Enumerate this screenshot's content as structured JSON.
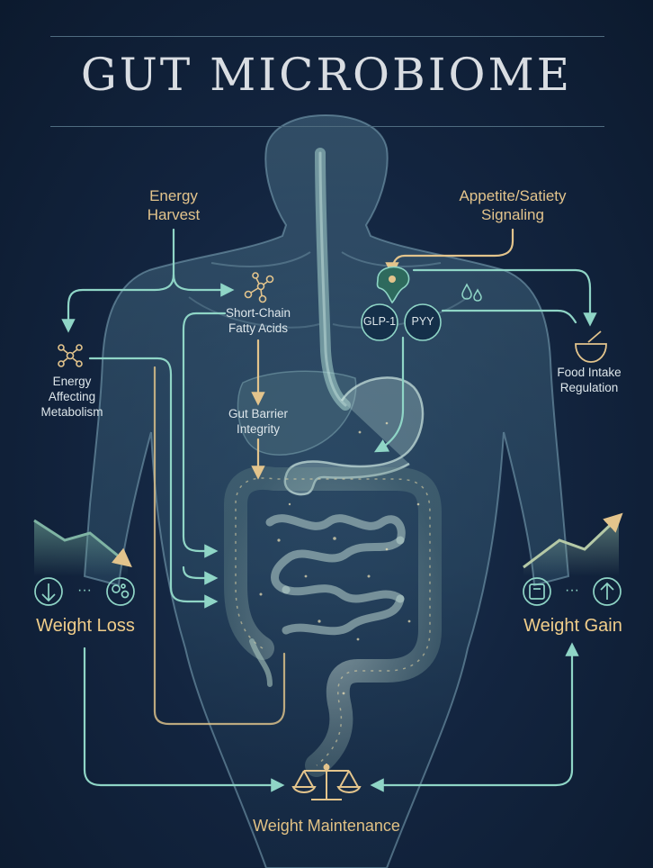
{
  "title": "GUT MICROBIOME",
  "labels": {
    "energy_harvest": [
      "Energy",
      "Harvest"
    ],
    "appetite": [
      "Appetite/Satiety",
      "Signaling"
    ],
    "scfa": [
      "Short-Chain",
      "Fatty Acids"
    ],
    "energy_metabolism": [
      "Energy",
      "Affecting",
      "Metabolism"
    ],
    "glp1": "GLP-1",
    "pyy": "PYY",
    "food_intake": [
      "Food Intake",
      "Regulation"
    ],
    "gut_barrier": [
      "Gut Barrier",
      "Integrity"
    ],
    "weight_loss": "Weight Loss",
    "weight_gain": "Weight Gain",
    "weight_maintenance": "Weight Maintenance",
    "ellipsis": "···"
  },
  "icons": {
    "weight_loss": [
      "down-arrow-icon",
      "bacteria-icon"
    ],
    "weight_gain": [
      "scale-icon",
      "up-arrow-icon"
    ],
    "maintenance": "balance-scale-icon",
    "molecule": "molecule-icon",
    "food": "bowl-icon",
    "droplets": "droplet-icon",
    "organ": "gland-icon"
  },
  "colors": {
    "background": "#0f1d33",
    "teal": "#8fd5c6",
    "gold": "#e3c48c",
    "text": "#dde6ea"
  }
}
